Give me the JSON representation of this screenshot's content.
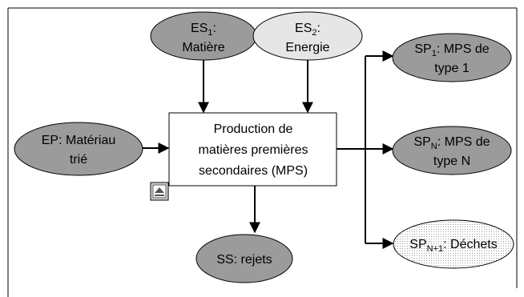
{
  "diagram": {
    "es1": {
      "prefix": "ES",
      "sub": "1",
      "suffix": ":",
      "line2": "Matière"
    },
    "es2": {
      "prefix": "ES",
      "sub": "2",
      "suffix": ":",
      "line2": "Energie"
    },
    "ep": {
      "line1": "EP: Matériau",
      "line2": "trié"
    },
    "process": {
      "line1": "Production de",
      "line2": "matières premières",
      "line3": "secondaires (MPS)"
    },
    "sp1": {
      "prefix": "SP",
      "sub": "1",
      "suffix": ": MPS de",
      "line2": "type 1"
    },
    "spn": {
      "prefix": "SP",
      "sub": "N",
      "suffix": ": MPS de",
      "line2": "type N"
    },
    "spn1": {
      "prefix": "SP",
      "sub": "N+1",
      "suffix": ": Déchets"
    },
    "ss": {
      "label": "SS: rejets"
    },
    "colors": {
      "dark_fill": "#9b9b9b",
      "light_fill": "#e6e6e6",
      "dotted_fill": "#f2f2f2",
      "stroke": "#000000"
    }
  }
}
